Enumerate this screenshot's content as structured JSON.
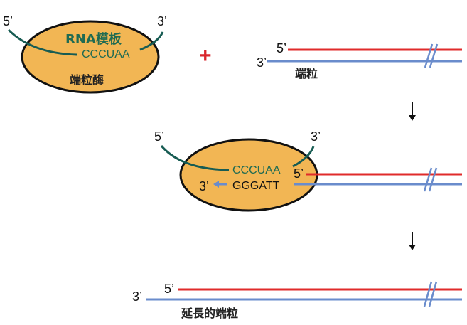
{
  "colors": {
    "enzyme": "#f2b654",
    "rna": "#175c53",
    "new_strand": "#e02b2b",
    "template_strand": "#6a8ccc",
    "plus": "#d9262c"
  },
  "step1": {
    "enzyme": {
      "rna_label": "RNA模板",
      "rna_sequence": "CCCUAA",
      "name": "端粒酶",
      "rna_5": "5’",
      "rna_3": "3’"
    },
    "plus": "+",
    "telomere": {
      "label": "端粒",
      "top_5": "5’",
      "bottom_3": "3’"
    }
  },
  "step2": {
    "rna_5": "5’",
    "rna_3": "3’",
    "rna_sequence": "CCCUAA",
    "dna_5": "5’",
    "new_sequence": "GGGATT",
    "new_3": "3’"
  },
  "step3": {
    "label": "延長的端粒",
    "top_5": "5’",
    "bottom_3": "3’"
  }
}
